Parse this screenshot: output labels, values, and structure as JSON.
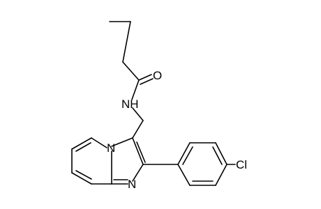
{
  "molecule": {
    "atoms": {
      "oxygen": "O",
      "amide_nitrogen": "NH",
      "ring_n_bridge": "N",
      "ring_n": "N",
      "chlorine": "Cl"
    }
  },
  "colors": {
    "bond": "#000000",
    "label": "#000000",
    "background": "#ffffff"
  }
}
